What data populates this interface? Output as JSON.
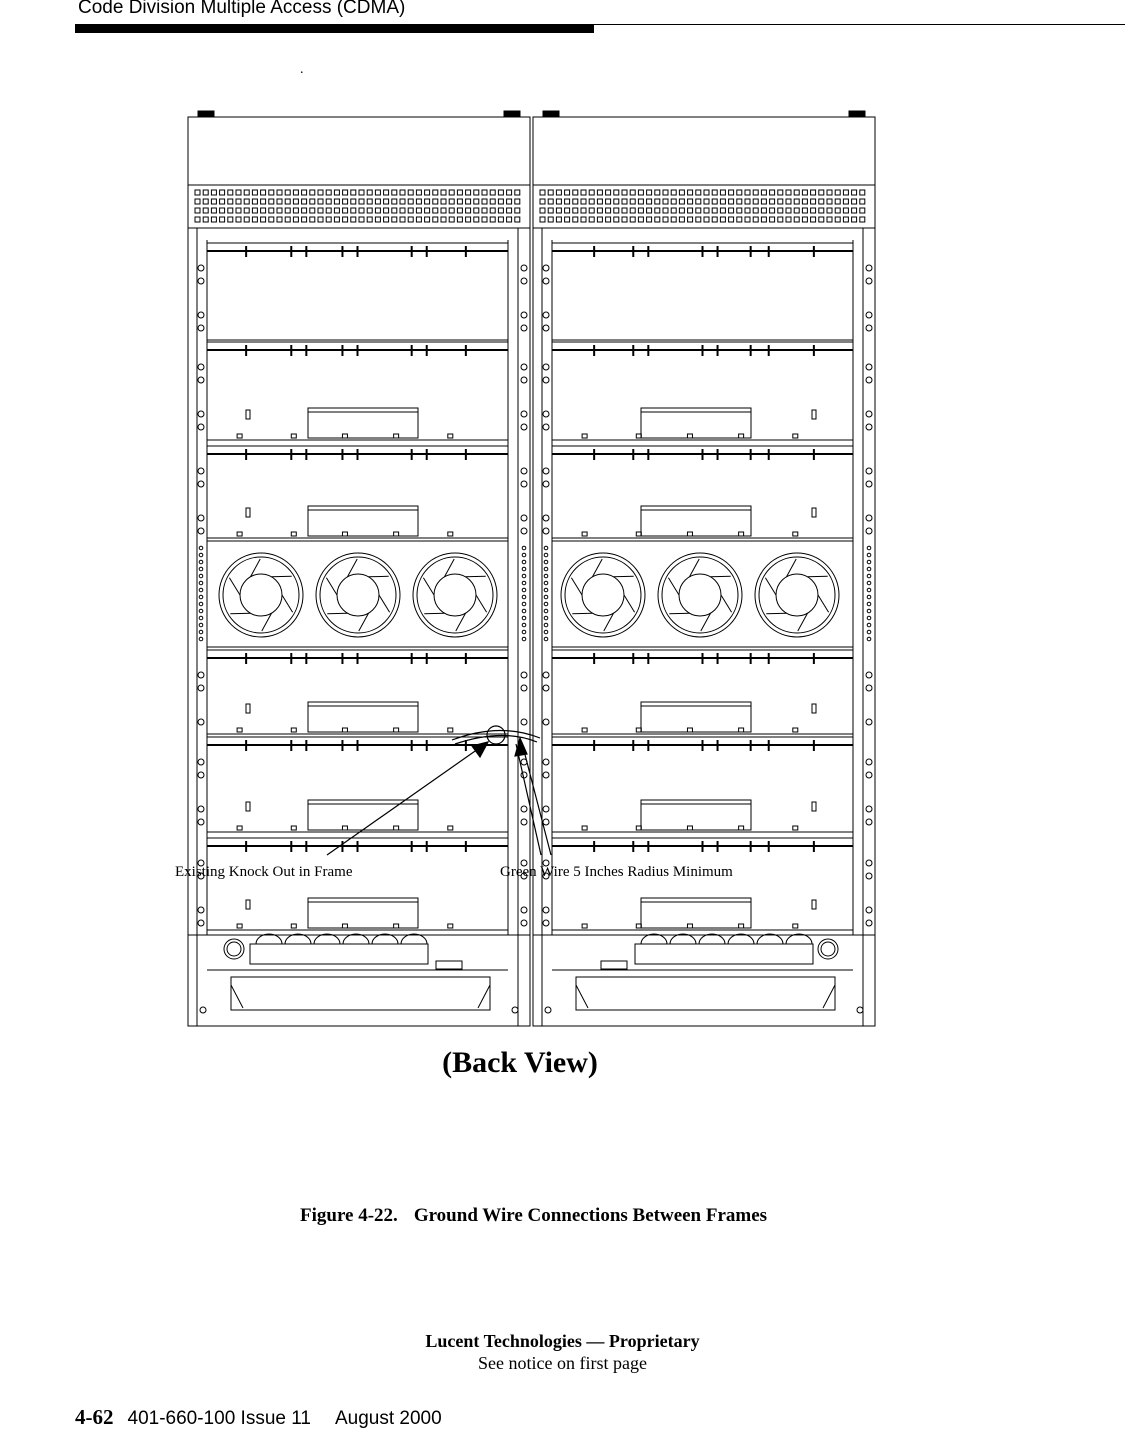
{
  "header": {
    "title": "Code Division Multiple Access (CDMA)"
  },
  "figure": {
    "stray_mark": ".",
    "callouts": {
      "knockout": "Existing Knock Out in Frame",
      "green_wire": "Green Wire 5 Inches Radius Minimum"
    },
    "view_label": "(Back View)",
    "caption_number": "Figure 4-22.",
    "caption_text": "Ground Wire Connections Between Frames"
  },
  "footer": {
    "proprietary": "Lucent Technologies — Proprietary",
    "notice": "See notice on first page",
    "page_number": "4-62",
    "doc_id": "401-660-100 Issue 11",
    "date": "August 2000"
  }
}
